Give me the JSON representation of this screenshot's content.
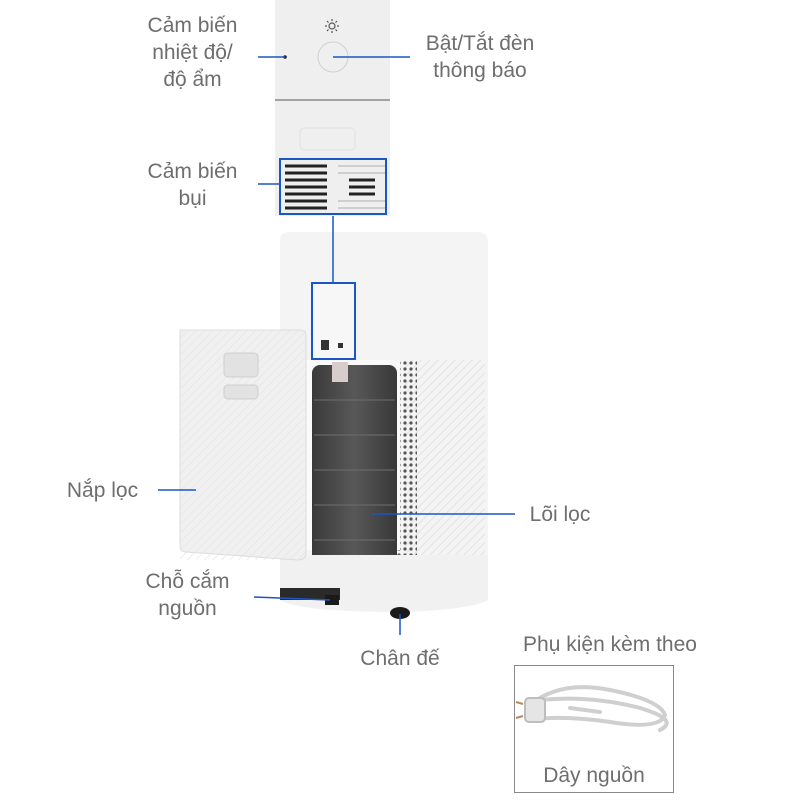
{
  "title": "Cấu tạo máy lọc không khí",
  "callouts": {
    "temp_humidity_sensor": "Cảm biến\nnhiệt độ/\nđộ ẩm",
    "light_toggle": "Bật/Tắt đèn\nthông báo",
    "dust_sensor": "Cảm biến\nbụi",
    "filter_cover": "Nắp lọc",
    "filter_core": "Lõi lọc",
    "power_socket": "Chỗ cắm\nnguồn",
    "base_feet": "Chân đế"
  },
  "accessories": {
    "heading": "Phụ kiện kèm theo",
    "items": [
      {
        "name": "Dây nguồn",
        "icon": "power-cord-icon"
      }
    ]
  },
  "icons": {
    "light_button": "sun-icon"
  },
  "colors": {
    "callout_line": "#1a56c4",
    "label_text": "#6e6e6e",
    "filter_core": "#4a4a4a",
    "device_body": "#f3f3f3"
  }
}
